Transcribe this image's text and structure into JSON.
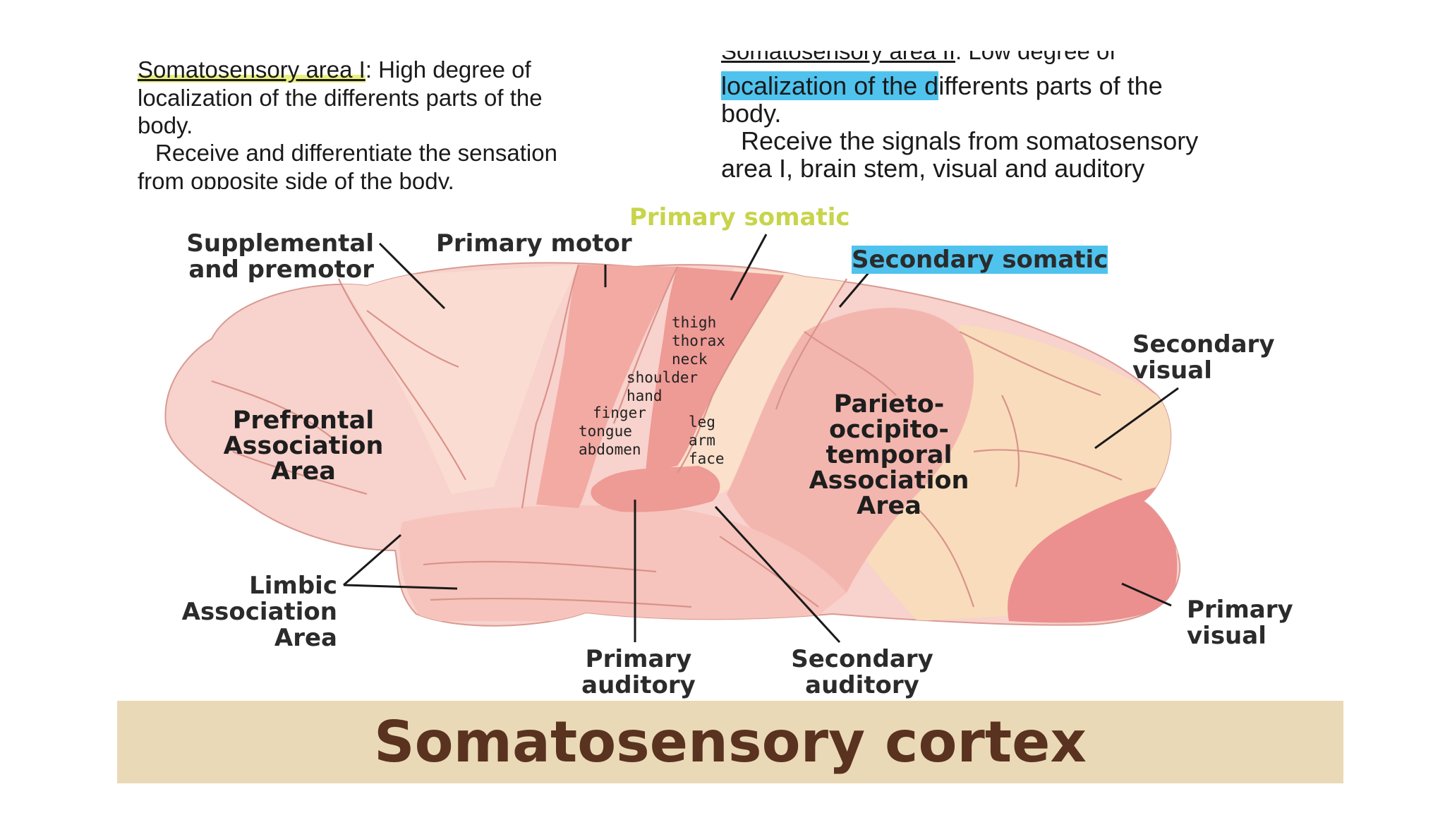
{
  "text_left": {
    "term": "Somatosensory area I",
    "colon_rest": ":   High degree of",
    "line2": "localization of the differents parts of the",
    "line3": "body.",
    "line4": "Receive and differentiate the sensation",
    "line5": "from opposite side of the body."
  },
  "text_right": {
    "term": "Somatosensory area II",
    "rest": ":   Low degree of",
    "line2_highlight": "localization of the d",
    "line2_rest": "ifferents parts of the",
    "line3": "body.",
    "line4": "Receive the signals from somatosensory",
    "line5": "area I, brain stem, visual and auditory"
  },
  "labels": {
    "primary_somatic": "Primary somatic",
    "secondary_somatic": "Secondary somatic",
    "supplemental_1": "Supplemental",
    "supplemental_2": "and premotor",
    "primary_motor": "Primary motor",
    "secondary_visual_1": "Secondary",
    "secondary_visual_2": "visual",
    "prefrontal_1": "Prefrontal",
    "prefrontal_2": "Association",
    "prefrontal_3": "Area",
    "parieto_1": "Parieto-",
    "parieto_2": "occipito-",
    "parieto_3": "temporal",
    "parieto_4": "Association",
    "parieto_5": "Area",
    "limbic_1": "Limbic",
    "limbic_2": "Association",
    "limbic_3": "Area",
    "primary_visual_1": "Primary",
    "primary_visual_2": "visual",
    "primary_auditory_1": "Primary",
    "primary_auditory_2": "auditory",
    "secondary_auditory_1": "Secondary",
    "secondary_auditory_2": "auditory"
  },
  "body_parts": {
    "thigh": "thigh",
    "thorax": "thorax",
    "neck": "neck",
    "shoulder": "shoulder",
    "hand": "hand",
    "finger": "finger",
    "tongue": "tongue",
    "abdomen": "abdomen",
    "leg": "leg",
    "arm": "arm",
    "face": "face"
  },
  "title": "Somatosensory cortex",
  "colors": {
    "brain_base": "#f8d2cc",
    "motor_strip": "#f2aaa3",
    "somatic_strip": "#ee9a95",
    "occipital": "#f9dcbc",
    "primary_visual": "#ec8f8f",
    "title_band": "#ead9b6",
    "title_text": "#5a3220"
  }
}
